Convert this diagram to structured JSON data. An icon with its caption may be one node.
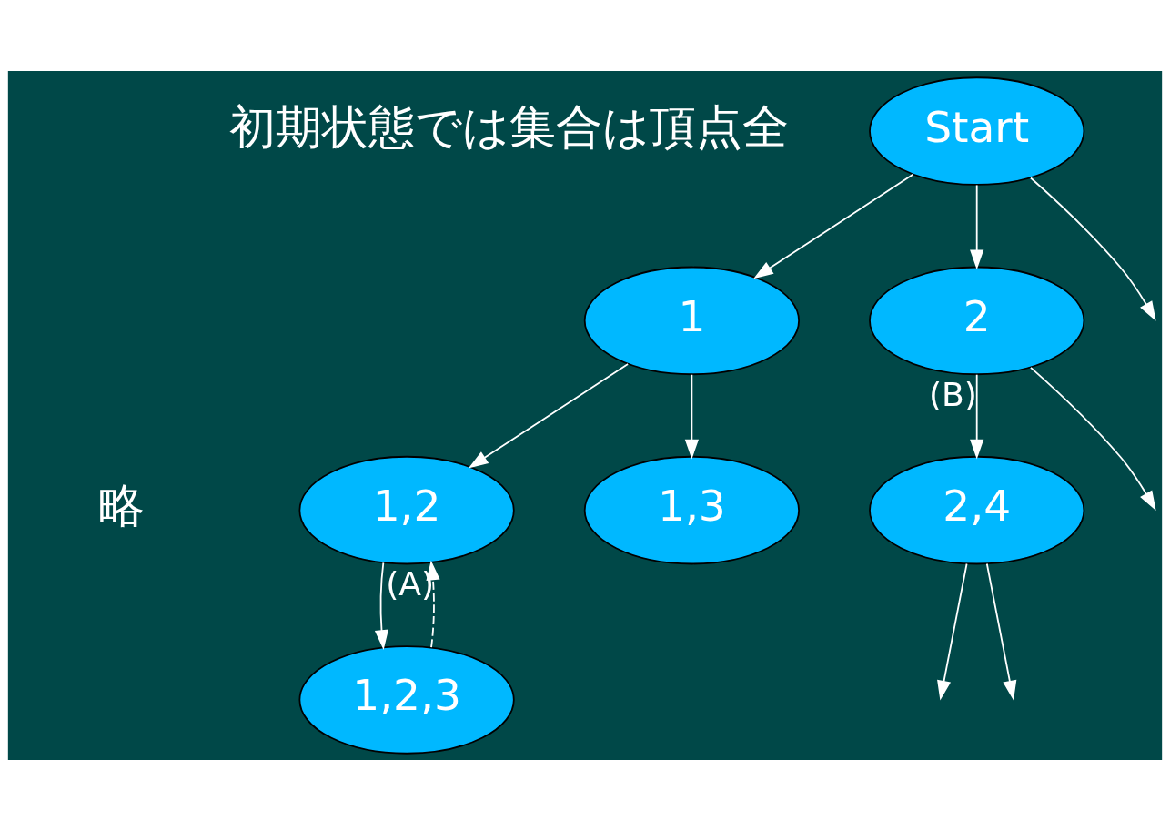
{
  "diagram": {
    "nodes": [
      {
        "text": [
          "Start"
        ]
      },
      {
        "text": [
          "1"
        ]
      },
      {
        "text": [
          "2"
        ]
      },
      {
        "text": [
          "1,2"
        ]
      },
      {
        "text": [
          "1,3"
        ]
      },
      {
        "text": [
          "2,4"
        ]
      },
      {
        "text": [
          "1,2,3"
        ]
      }
    ],
    "edges": [
      {
        "from": 0,
        "to": 1,
        "arrow": "to"
      },
      {
        "from": 0,
        "to": 2,
        "arrow": "to"
      },
      {
        "from": 0,
        "to": null,
        "arrow": "to"
      },
      {
        "from": 1,
        "to": 3,
        "arrow": "to"
      },
      {
        "from": 1,
        "to": 4,
        "arrow": "to"
      },
      {
        "from": 2,
        "to": 5,
        "arrow": "to",
        "label": "(B)"
      },
      {
        "from": 2,
        "to": null,
        "arrow": "to"
      },
      {
        "from": 3,
        "to": 6,
        "arrow": "to"
      },
      {
        "from": 6,
        "to": 3,
        "arrow": "to",
        "label": "(A)",
        "style": "dashed"
      },
      {
        "from": 5,
        "to": null,
        "arrow": "to"
      },
      {
        "from": 5,
        "to": null,
        "arrow": "to"
      }
    ],
    "labels": [
      "初期状態では集合は頂点全",
      "略"
    ]
  }
}
